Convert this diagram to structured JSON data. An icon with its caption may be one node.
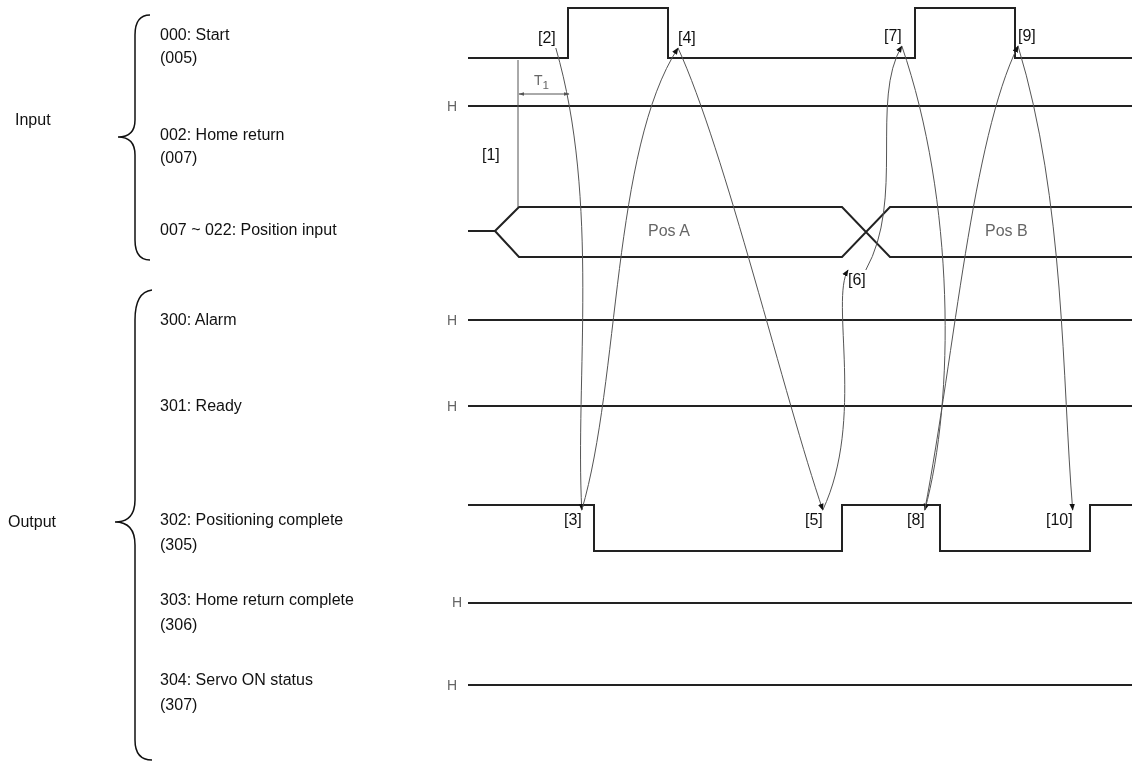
{
  "diagram": {
    "nodes": [
      {
        "text": [
          "[2]"
        ]
      },
      {
        "text": [
          "[3]"
        ]
      },
      {
        "text": [
          "[4]"
        ]
      },
      {
        "text": [
          "[5]"
        ]
      },
      {
        "text": [
          "[6]"
        ]
      },
      {
        "text": [
          "[7]"
        ]
      },
      {
        "text": [
          "[8]"
        ]
      },
      {
        "text": [
          "[9]"
        ]
      },
      {
        "text": [
          "[10]"
        ]
      }
    ],
    "edges": [
      {
        "from": 0,
        "to": 1,
        "arrow": "to"
      },
      {
        "from": 1,
        "to": 2,
        "arrow": "to"
      },
      {
        "from": 2,
        "to": 3,
        "arrow": "to"
      },
      {
        "from": 3,
        "to": 4,
        "arrow": "to"
      },
      {
        "from": 4,
        "to": 5,
        "arrow": "to"
      },
      {
        "from": 5,
        "to": 6,
        "arrow": "to"
      },
      {
        "from": 6,
        "to": 7,
        "arrow": "to"
      },
      {
        "from": 7,
        "to": 8,
        "arrow": "to"
      }
    ],
    "labels": [
      "Input",
      "000: Start",
      "(005)",
      "002: Home return",
      "(007)",
      "007 ~ 022: Position input",
      "T$_{1}$",
      "H",
      "[1]",
      "Pos A",
      "Pos B",
      "Output",
      "300: Alarm",
      "H",
      "301: Ready",
      "H",
      "302: Positioning complete",
      "(305)",
      "303: Home return complete",
      "H",
      "(306)",
      "304: Servo ON status",
      "H",
      "(307)"
    ]
  }
}
